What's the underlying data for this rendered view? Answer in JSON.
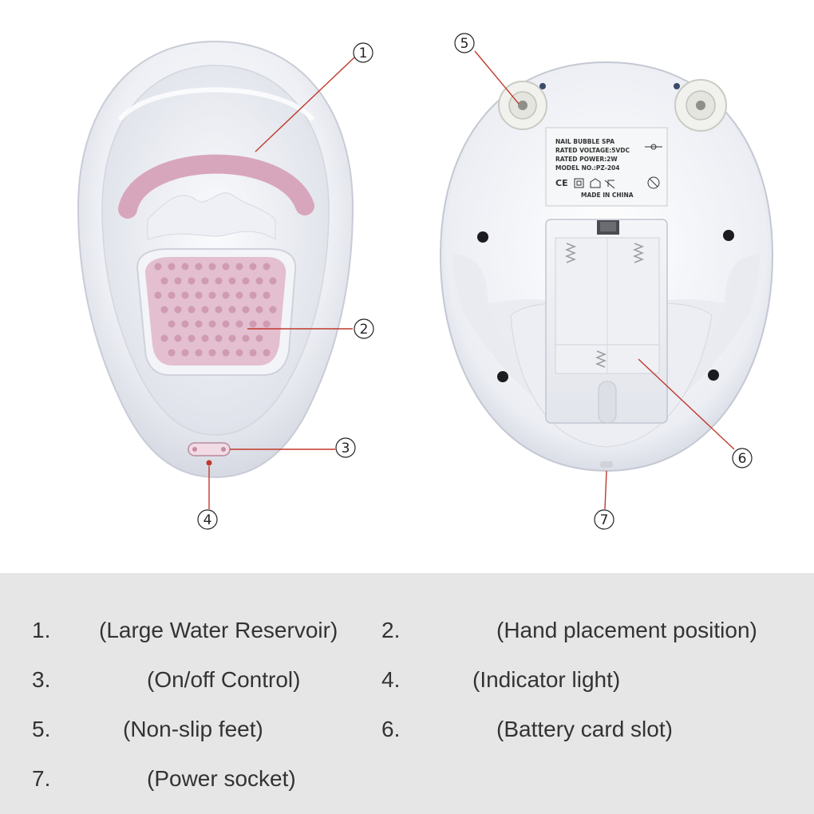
{
  "device_label": {
    "lines": [
      "NAIL BUBBLE SPA",
      "RATED VOLTAGE:5VDC",
      "RATED POWER:2W",
      "MODEL NO.:PZ-204"
    ],
    "made_in": "MADE IN CHINA",
    "ce": "CE"
  },
  "callouts": [
    "1",
    "2",
    "3",
    "4",
    "5",
    "6",
    "7"
  ],
  "legend": [
    {
      "num": "1.",
      "text": "(Large Water Reservoir)"
    },
    {
      "num": "2.",
      "text": "(Hand placement position)"
    },
    {
      "num": "3.",
      "text": "(On/off Control)"
    },
    {
      "num": "4.",
      "text": "(Indicator light)"
    },
    {
      "num": "5.",
      "text": "(Non-slip feet)"
    },
    {
      "num": "6.",
      "text": "(Battery card slot)"
    },
    {
      "num": "7.",
      "text": "(Power socket)"
    }
  ],
  "colors": {
    "leader_line": "#c0392b",
    "legend_bg": "#e6e6e6",
    "accent_pink": "#d9a7bd"
  }
}
